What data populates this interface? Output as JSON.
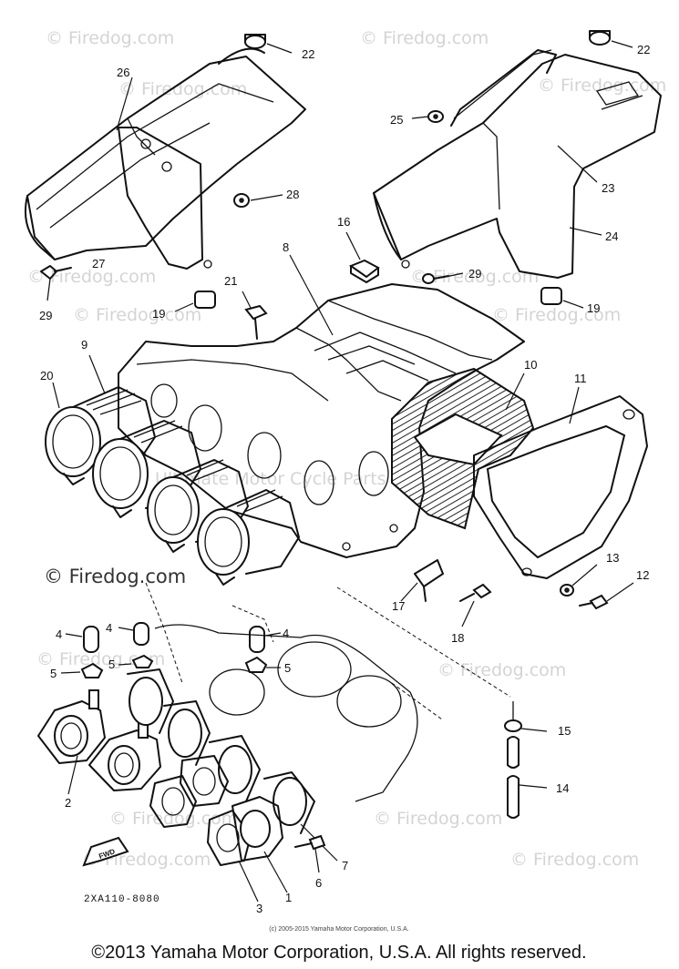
{
  "watermarks": {
    "repeated": "© Firedog.com",
    "main": "© Firedog.com",
    "center": "Ultimate Motor Cycle Parts"
  },
  "callouts": {
    "c1": "1",
    "c2": "2",
    "c3": "3",
    "c4a": "4",
    "c4b": "4",
    "c4c": "4",
    "c5a": "5",
    "c5b": "5",
    "c5c": "5",
    "c6": "6",
    "c7": "7",
    "c8": "8",
    "c9": "9",
    "c10": "10",
    "c11": "11",
    "c12": "12",
    "c13": "13",
    "c14": "14",
    "c15": "15",
    "c16": "16",
    "c17": "17",
    "c18": "18",
    "c19a": "19",
    "c19b": "19",
    "c20": "20",
    "c21": "21",
    "c22a": "22",
    "c22b": "22",
    "c23": "23",
    "c24": "24",
    "c25": "25",
    "c26": "26",
    "c27": "27",
    "c28": "28",
    "c29a": "29",
    "c29b": "29"
  },
  "diagram_code": "2XA110-8080",
  "fwd_label": "FWD",
  "small_copyright": "(c) 2005-2015 Yamaha Motor Corporation, U.S.A.",
  "footer_copyright": "©2013 Yamaha Motor Corporation, U.S.A. All rights reserved."
}
